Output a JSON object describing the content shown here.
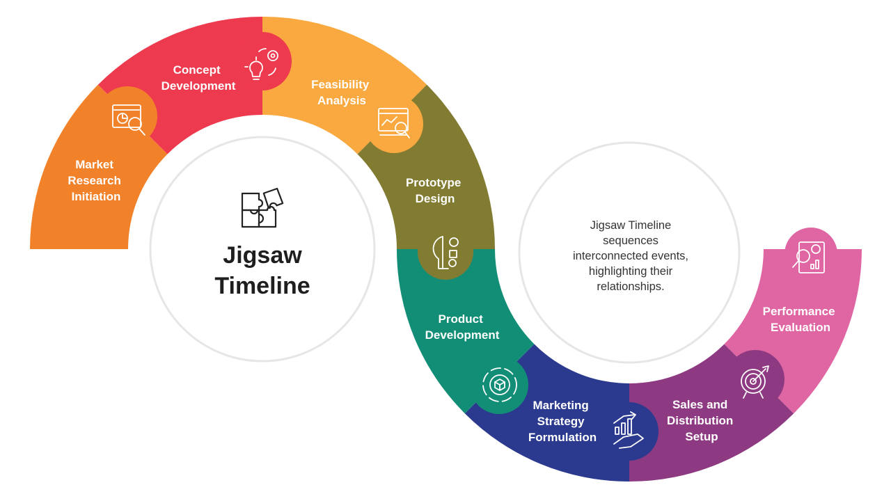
{
  "title": {
    "line1": "Jigsaw",
    "line2": "Timeline"
  },
  "description": {
    "line1": "Jigsaw Timeline",
    "line2": "sequences",
    "line3": "interconnected events,",
    "line4": "highlighting their",
    "line5": "relationships."
  },
  "steps": [
    {
      "lines": [
        "Market",
        "Research",
        "Initiation"
      ],
      "color": "#F2822A",
      "icon": "chart-analysis-icon"
    },
    {
      "lines": [
        "Concept",
        "Development"
      ],
      "color": "#EE3A4E",
      "icon": "idea-gear-icon"
    },
    {
      "lines": [
        "Feasibility",
        "Analysis"
      ],
      "color": "#F9A93F",
      "icon": "web-analytics-icon"
    },
    {
      "lines": [
        "Prototype",
        "Design"
      ],
      "color": "#827C33",
      "icon": "head-gears-icon"
    },
    {
      "lines": [
        "Product",
        "Development"
      ],
      "color": "#138E76",
      "icon": "cube-cycle-icon"
    },
    {
      "lines": [
        "Marketing",
        "Strategy",
        "Formulation"
      ],
      "color": "#2B3A8E",
      "icon": "growth-hand-icon"
    },
    {
      "lines": [
        "Sales and",
        "Distribution",
        "Setup"
      ],
      "color": "#8E3A82",
      "icon": "target-icon"
    },
    {
      "lines": [
        "Performance",
        "Evaluation"
      ],
      "color": "#E066A3",
      "icon": "report-search-icon"
    }
  ]
}
